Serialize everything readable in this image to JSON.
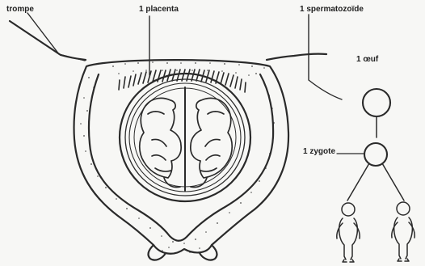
{
  "labels": {
    "trompe": "trompe",
    "placenta": "1 placenta",
    "spermatozoide": "1 spermatozoïde",
    "oeuf": "1 œuf",
    "zygote": "1 zygote"
  },
  "colors": {
    "ink": "#2a2a2a",
    "paper": "#f7f7f5"
  }
}
